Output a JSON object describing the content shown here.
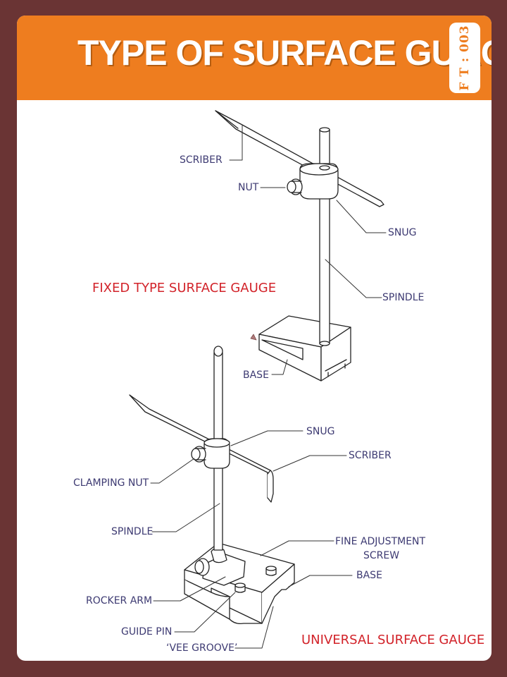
{
  "header": {
    "title": "TYPE OF SURFACE GUAGE",
    "code": "F T : 003",
    "accent_color": "#ee7d1f"
  },
  "fixed_gauge": {
    "caption": "FIXED TYPE SURFACE GAUGE",
    "labels": {
      "scriber": "SCRIBER",
      "nut": "NUT",
      "snug": "SNUG",
      "spindle": "SPINDLE",
      "base": "BASE"
    }
  },
  "universal_gauge": {
    "caption": "UNIVERSAL SURFACE GAUGE",
    "labels": {
      "snug": "SNUG",
      "scriber": "SCRIBER",
      "clamping_nut": "CLAMPING NUT",
      "spindle": "SPINDLE",
      "fine_adjustment_line1": "FINE ADJUSTMENT",
      "fine_adjustment_line2": "SCREW",
      "base": "BASE",
      "rocker_arm": "ROCKER ARM",
      "guide_pin": "GUIDE PIN",
      "vee_groove": "‘VEE GROOVE’"
    }
  },
  "colors": {
    "background": "#6a3434",
    "label_text": "#3d3a72",
    "caption_text": "#d2232a"
  }
}
